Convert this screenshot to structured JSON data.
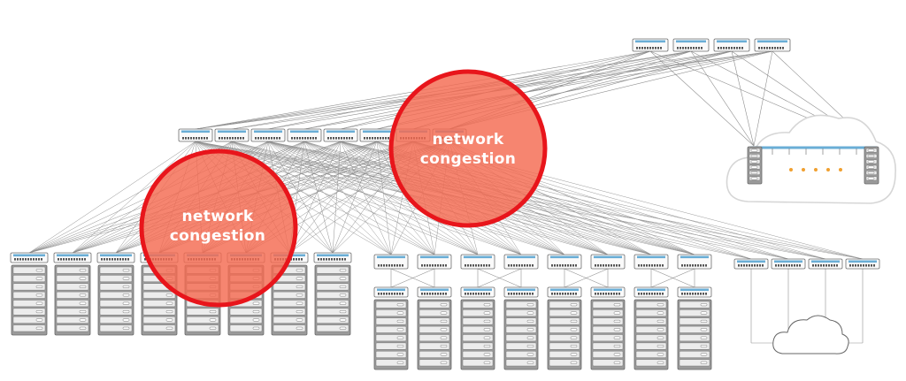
{
  "callouts": [
    {
      "line1": "network",
      "line2": "congestion"
    },
    {
      "line1": "network",
      "line2": "congestion"
    }
  ],
  "colors": {
    "line": "#8f8f8f",
    "switch_body": "#fafafa",
    "switch_stroke": "#6f6f6f",
    "switch_accent": "#6aaed6",
    "server_fill": "#9a9a9a",
    "server_slot": "#ececec",
    "congestion_fill": "#f46a50",
    "congestion_stroke": "#e8151b",
    "cloud_stroke": "#d6d6d6",
    "dots": "#f0a030"
  },
  "icons": [
    "switch-icon",
    "server-rack-icon",
    "cloud-icon",
    "ellipsis-dots-icon"
  ]
}
